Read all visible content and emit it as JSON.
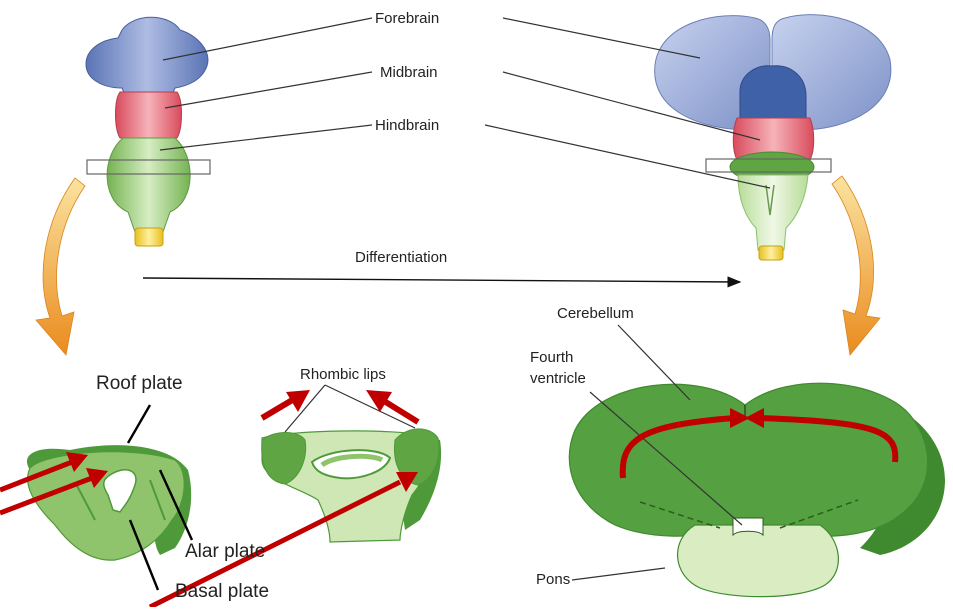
{
  "labels": {
    "forebrain": "Forebrain",
    "midbrain": "Midbrain",
    "hindbrain": "Hindbrain",
    "differentiation": "Differentiation",
    "cerebellum": "Cerebellum",
    "fourth_ventricle_1": "Fourth",
    "fourth_ventricle_2": "ventricle",
    "rhombic_lips": "Rhombic lips",
    "roof_plate": "Roof plate",
    "alar_plate": "Alar plate",
    "basal_plate": "Basal plate",
    "pons": "Pons"
  },
  "colors": {
    "forebrain": "#7f93c9",
    "midbrain": "#e97a86",
    "hindbrain": "#a8d48a",
    "spinal": "#f2d64b",
    "dark_green": "#4e9a3a",
    "light_green": "#d9ecc2",
    "red_arrow": "#c00000",
    "orange_arrow": "#f0a030"
  }
}
